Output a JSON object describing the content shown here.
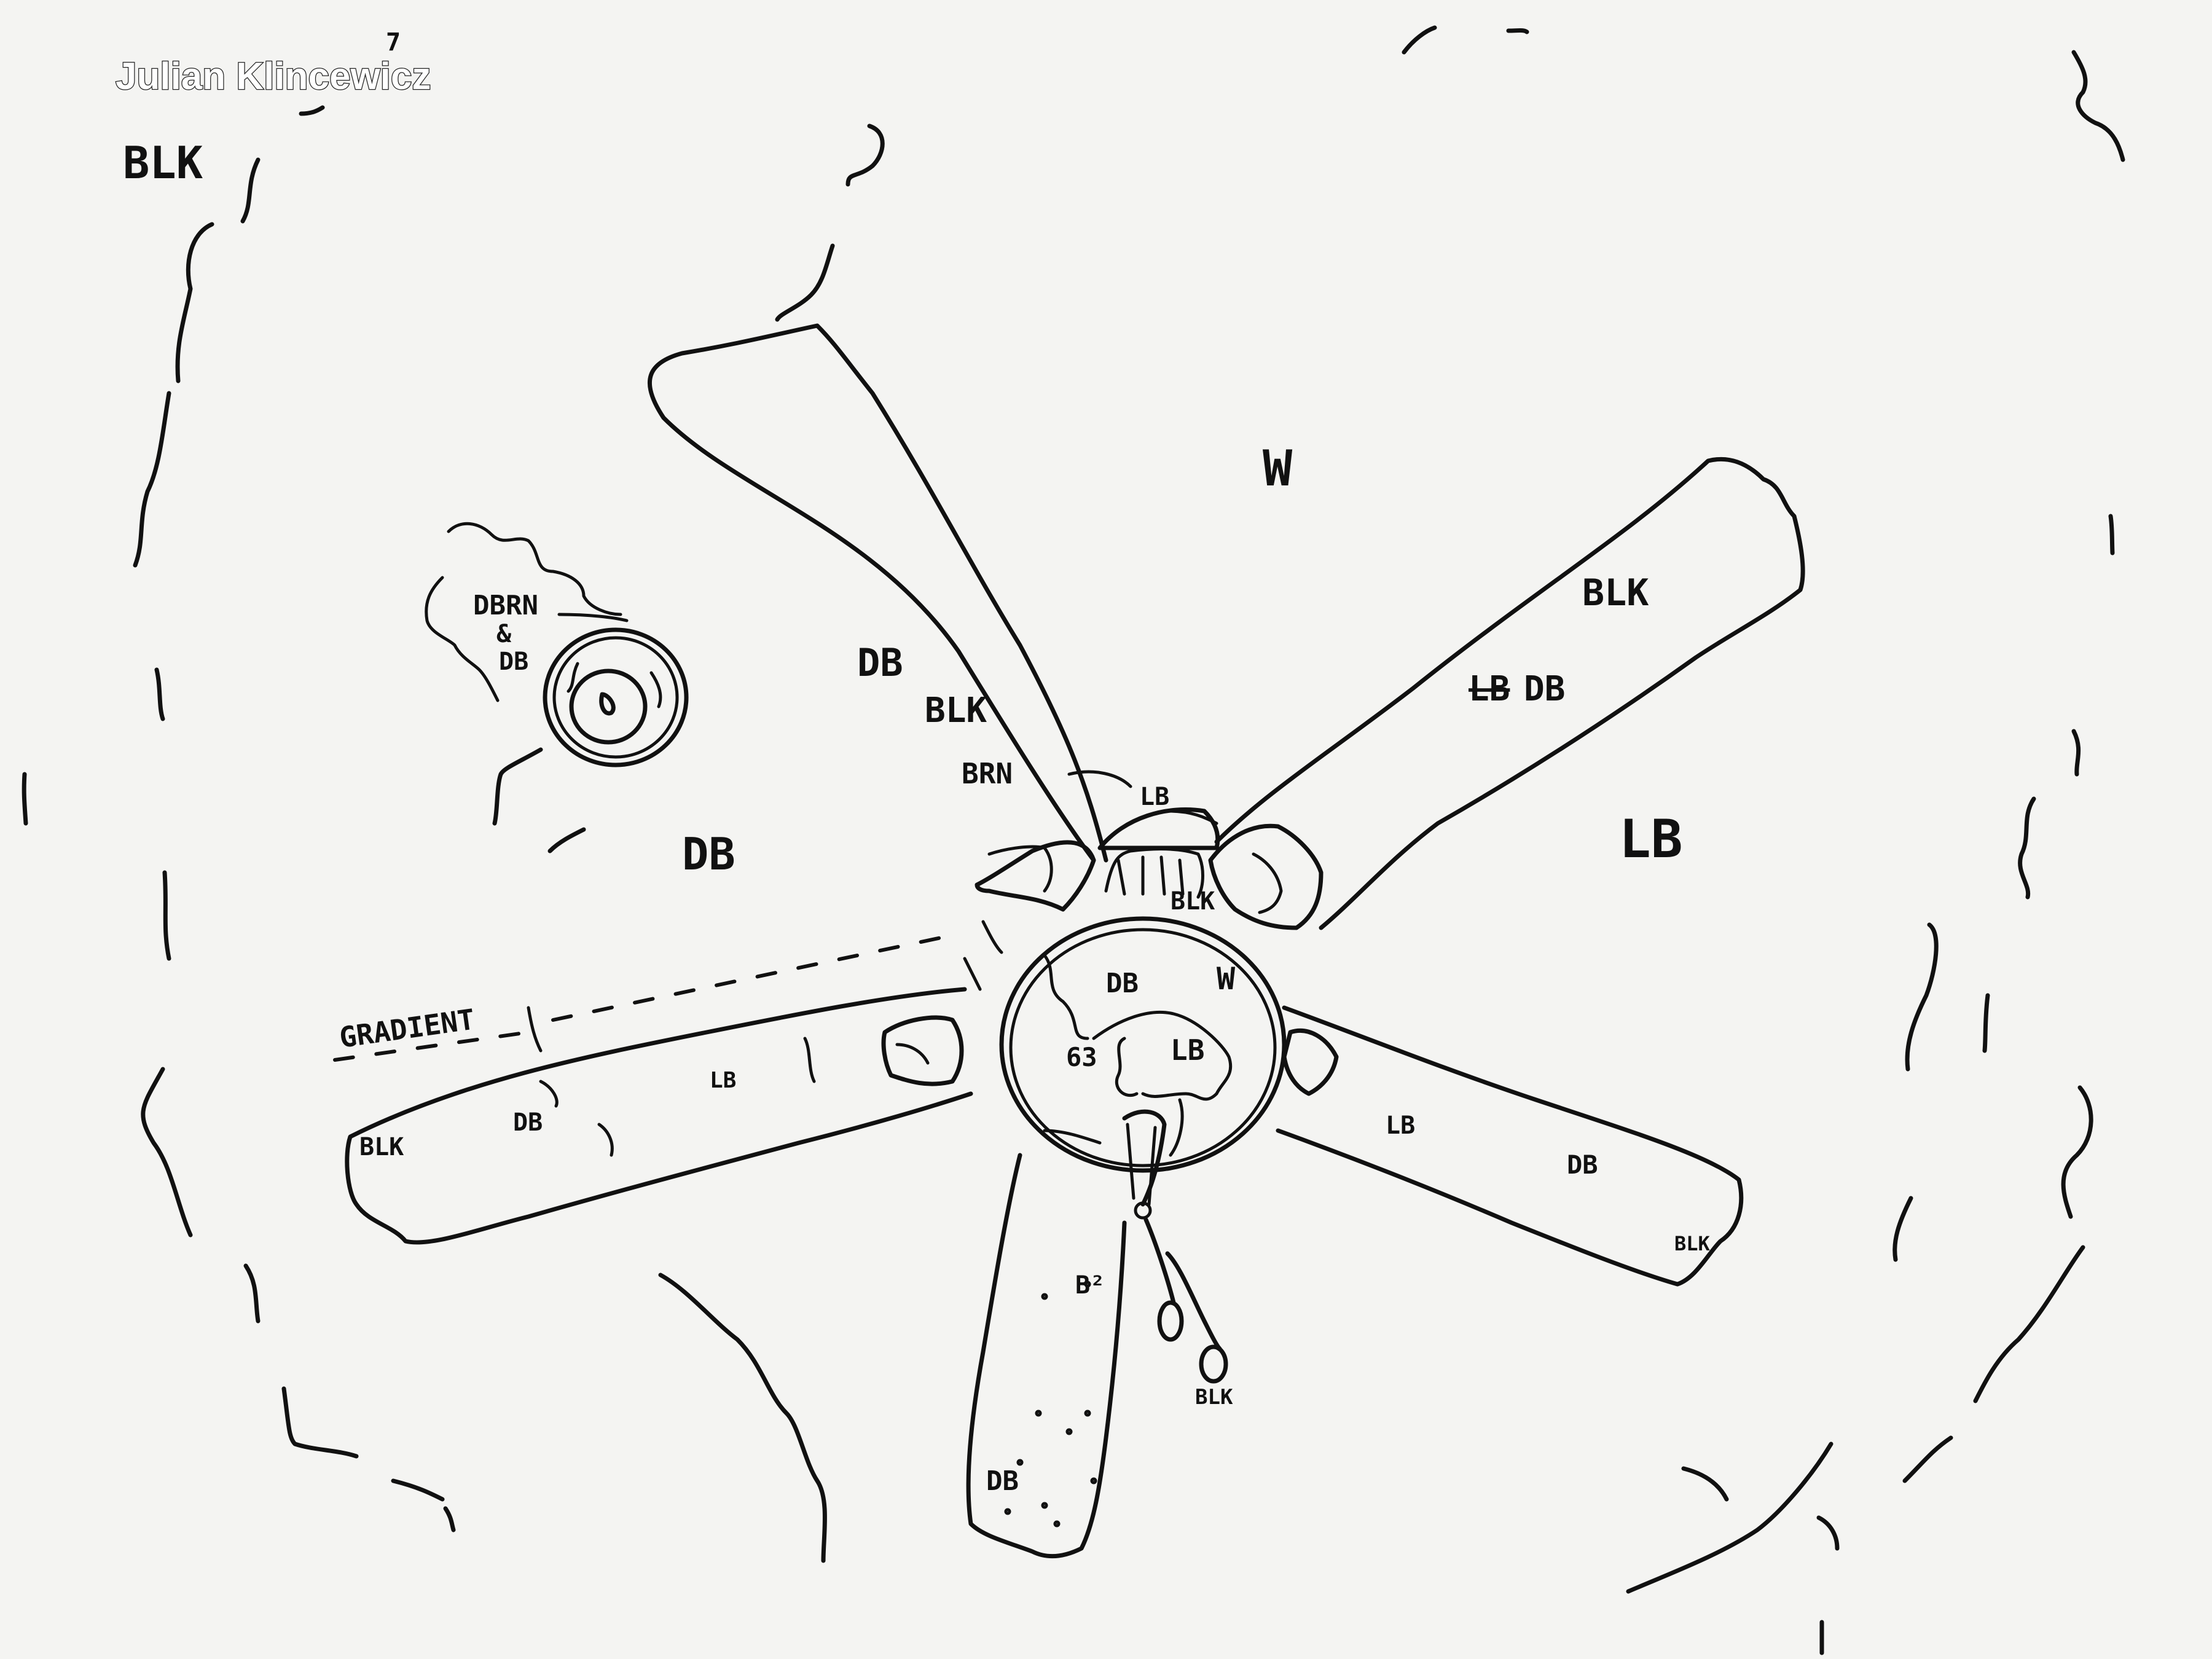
{
  "signature": "Julian Klincewicz",
  "page_number": "7",
  "labels": {
    "corner": "BLK",
    "ceiling_top": "W",
    "blade_right_outer": "BLK",
    "blade_right_inner": "DB",
    "blade_right_strike": "LB",
    "ceiling_right": "LB",
    "blade_upper_db": "DB",
    "blade_upper_blk": "BLK",
    "blade_upper_brn": "BRN",
    "mount_top": "LB",
    "mount_blk": "BLK",
    "light_dbrn": "DBRN",
    "light_amp": "&",
    "light_db": "DB",
    "ceiling_left": "DB",
    "gradient": "GRADIENT",
    "blade_left_tip": "BLK",
    "blade_left_db": "DB",
    "blade_left_lb": "LB",
    "hub_db": "DB",
    "hub_w": "W",
    "hub_63": "63",
    "hub_lb": "LB",
    "blade_lr_lb": "LB",
    "blade_lr_db": "DB",
    "blade_lr_tip": "BLK",
    "blade_bottom_b2": "B²",
    "blade_bottom_db": "DB",
    "pull_chain": "BLK"
  }
}
